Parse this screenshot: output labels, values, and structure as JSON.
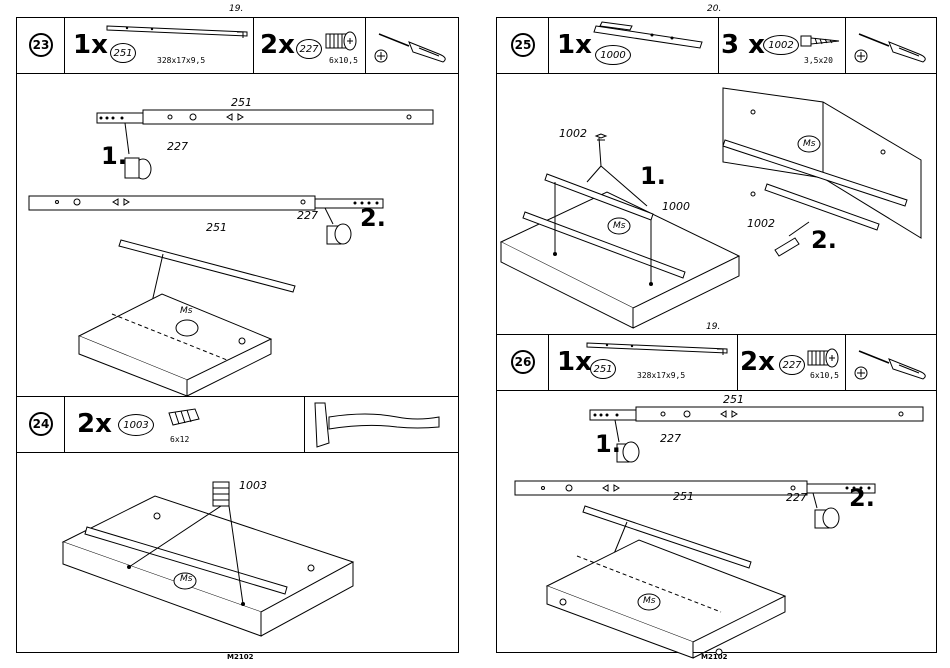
{
  "left": {
    "page_number": "19.",
    "step23": {
      "step": "23",
      "qty_a": "1x",
      "part_a": "251",
      "dim_a": "328x17x9,5",
      "qty_b": "2x",
      "part_b": "227",
      "dim_b": "6x10,5",
      "rail_label": "251",
      "sub1": "1.",
      "sub2": "2.",
      "screw1": "227",
      "screw2": "227",
      "rail_label2": "251",
      "board_logo": "Ms"
    },
    "step24": {
      "step": "24",
      "qty": "2x",
      "part": "1003",
      "dim": "6x12",
      "dowel_label": "1003",
      "board_logo": "Ms"
    },
    "footer": "M2102"
  },
  "right": {
    "page_number": "20.",
    "step25": {
      "step": "25",
      "qty_a": "1x",
      "part_a": "1000",
      "qty_b": "3 x",
      "part_b": "1002",
      "dim_b": "3,5x20",
      "screw_label1": "1002",
      "sub1": "1.",
      "rail_label": "1000",
      "screw_label2": "1002",
      "sub2": "2.",
      "board_logo1": "Ms",
      "board_logo2": "Ms"
    },
    "mid_page_number": "19.",
    "step26": {
      "step": "26",
      "qty_a": "1x",
      "part_a": "251",
      "dim_a": "328x17x9,5",
      "qty_b": "2x",
      "part_b": "227",
      "dim_b": "6x10,5",
      "rail_label": "251",
      "sub1": "1.",
      "screw1": "227",
      "screw2": "227",
      "sub2": "2.",
      "rail_label2": "251",
      "board_logo": "Ms"
    },
    "footer": "M2102"
  }
}
